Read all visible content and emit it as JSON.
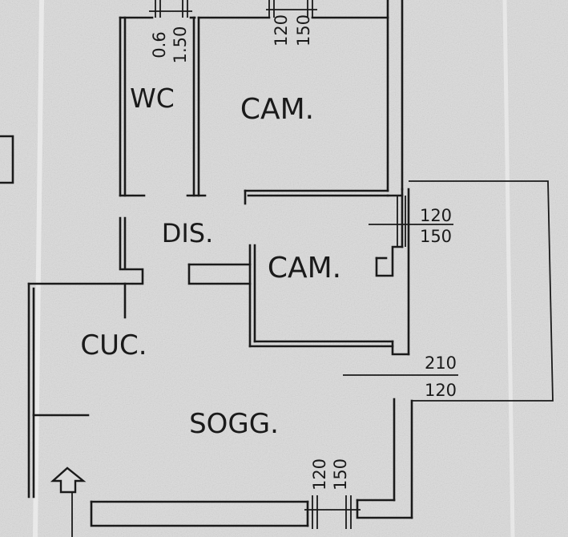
{
  "rooms": {
    "wc": "WC",
    "cam_top": "CAM.",
    "dis": "DIS.",
    "cam_mid": "CAM.",
    "cuc": "CUC.",
    "sogg": "SOGG."
  },
  "dims": {
    "wc_door_w": "0.6",
    "wc_door_h": "1.50",
    "cam_top_w": "120",
    "cam_top_h": "150",
    "cam_mid_w": "120",
    "cam_mid_h": "150",
    "sogg_win_w": "210",
    "sogg_win_h": "120",
    "bottom_w": "120",
    "bottom_h": "150"
  },
  "colors": {
    "paper": "#dcdcdc",
    "ink": "#1a1a1a"
  },
  "icons": {
    "entrance": "up-arrow-icon"
  }
}
